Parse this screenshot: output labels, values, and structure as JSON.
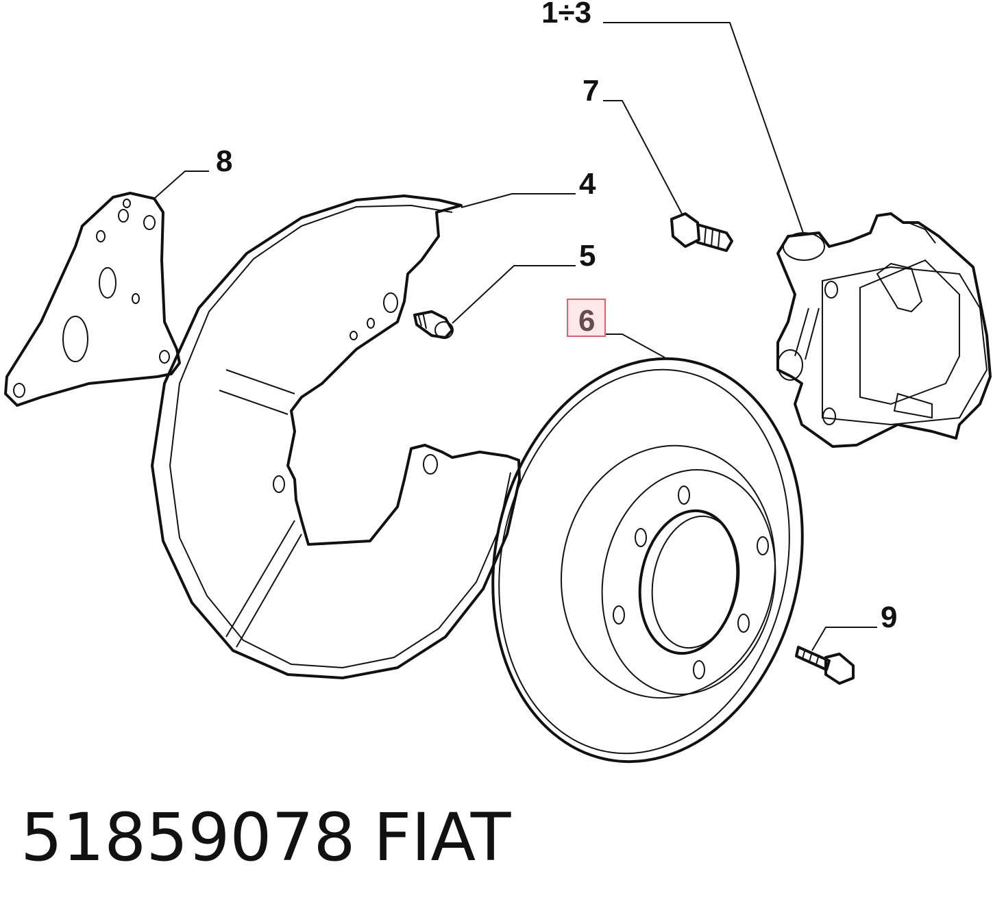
{
  "diagram": {
    "callouts": {
      "c1_3": "1÷3",
      "c4": "4",
      "c5": "5",
      "c6": "6",
      "c7": "7",
      "c8": "8",
      "c9": "9"
    },
    "highlighted_callout": "6",
    "highlight_color": "#e06070",
    "highlight_fill": "#fde8ea"
  },
  "footer": {
    "part_number": "51859078",
    "brand": "FIAT"
  }
}
